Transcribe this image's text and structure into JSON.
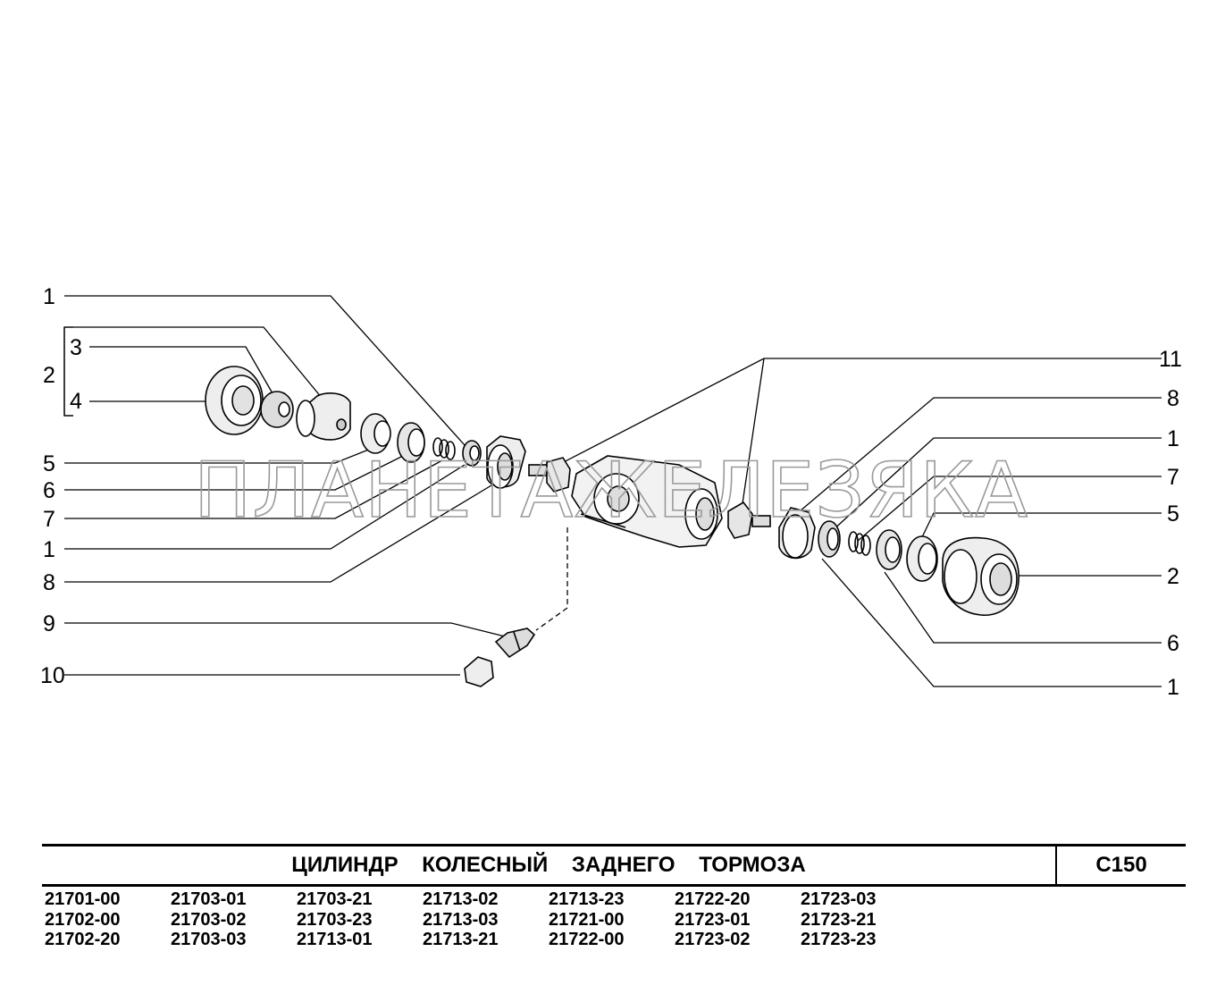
{
  "diagram": {
    "watermark": "ПЛАНЕТАЖЕЛЕЗЯКА",
    "callouts_left": [
      "1",
      "2",
      "3",
      "4",
      "5",
      "6",
      "7",
      "1",
      "8",
      "9",
      "10"
    ],
    "callouts_right": [
      "11",
      "8",
      "1",
      "7",
      "5",
      "2",
      "6",
      "1"
    ]
  },
  "title_block": {
    "title": "ЦИЛИНДР КОЛЕСНЫЙ ЗАДНЕГО ТОРМОЗА",
    "code": "C150"
  },
  "models": [
    "21701-00",
    "21703-01",
    "21703-21",
    "21713-02",
    "21713-23",
    "21722-20",
    "21723-03",
    "21702-00",
    "21703-02",
    "21703-23",
    "21713-03",
    "21721-00",
    "21723-01",
    "21723-21",
    "21702-20",
    "21703-03",
    "21713-01",
    "21713-21",
    "21722-00",
    "21723-02",
    "21723-23"
  ]
}
